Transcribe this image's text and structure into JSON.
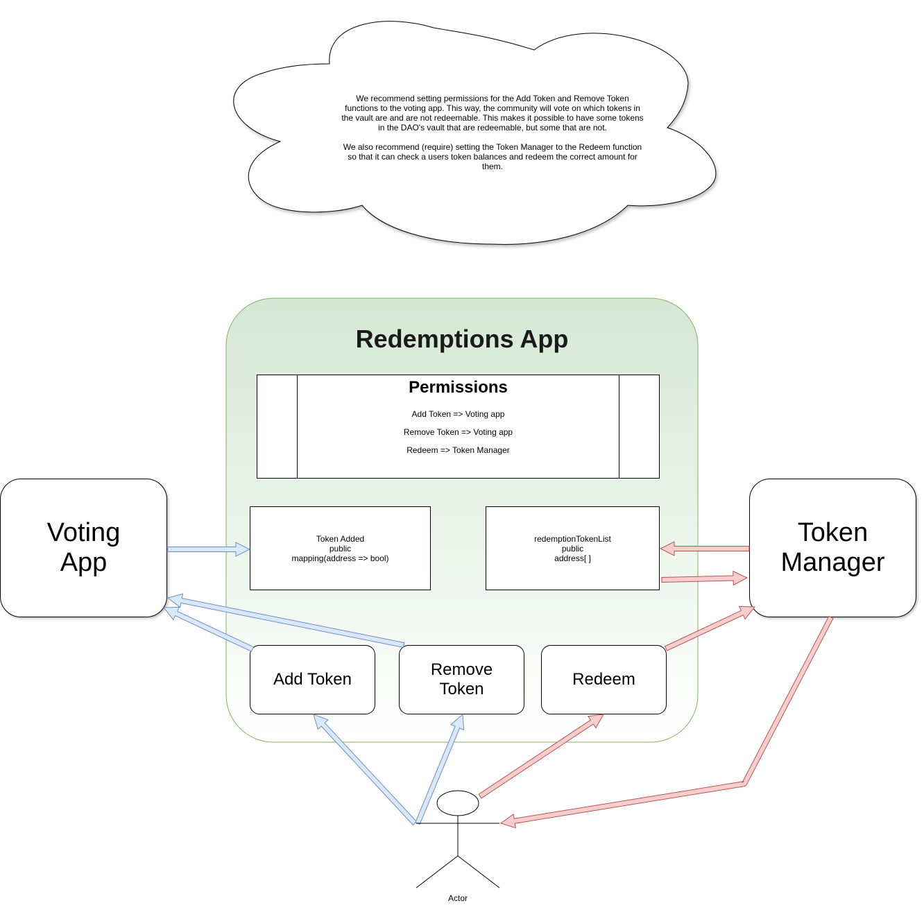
{
  "cloud": {
    "paragraph_1": "We recommend setting permissions for the Add Token and Remove Token functions to the voting app. This way, the community will vote on which tokens in the vault are and are not redeemable. This makes it possible to have some tokens in the DAO's vault that are redeemable, but some that are not.",
    "paragraph_2": "We also recommend (require) setting the Token Manager to the Redeem function so that it can check a users token balances and redeem the correct amount for them."
  },
  "app": {
    "title": "Redemptions App"
  },
  "permissions": {
    "title": "Permissions",
    "lines": [
      "Add Token => Voting app",
      "Remove Token => Voting app",
      "Redeem => Token Manager"
    ]
  },
  "state": {
    "token_added": [
      "Token Added",
      "public",
      "mapping(address => bool)"
    ],
    "redemption_list": [
      "redemptionTokenList",
      "public",
      "address[ ]"
    ]
  },
  "functions": {
    "add_token": "Add Token",
    "remove_token": "Remove Token",
    "redeem": "Redeem"
  },
  "external": {
    "voting_app": "Voting App",
    "token_manager": "Token Manager"
  },
  "actor": {
    "label": "Actor"
  },
  "colors": {
    "blue_arrow_fill": "#dae8fc",
    "blue_arrow_stroke": "#6c8ebf",
    "red_arrow_fill": "#f8cecc",
    "red_arrow_stroke": "#b85450",
    "app_fill_top": "#d5e8d4",
    "app_stroke": "#82b366"
  }
}
